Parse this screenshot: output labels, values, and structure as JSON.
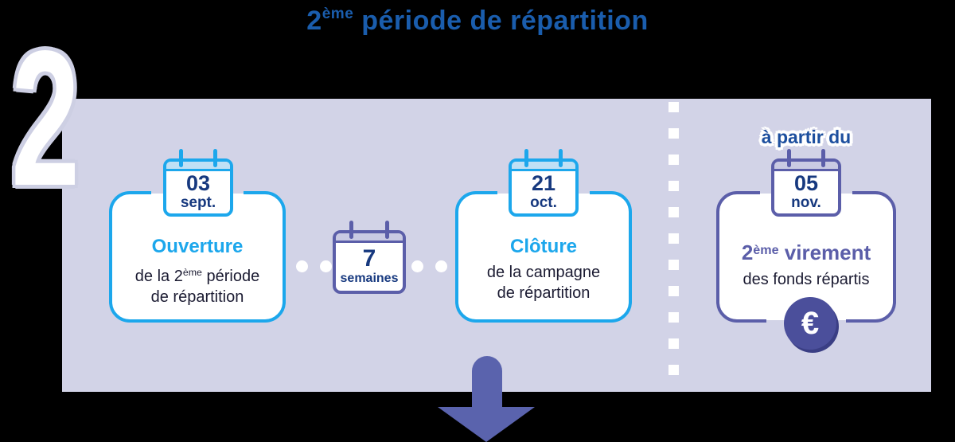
{
  "colors": {
    "background": "#000000",
    "band": "#d2d3e7",
    "title_blue": "#1a5dad",
    "light_blue": "#1ca7ec",
    "calendar_band_blue": "#bfe0f5",
    "navy_date": "#17397f",
    "purple": "#5b5ea9",
    "calendar_band_purple": "#c9cae3",
    "dark_text": "#1b1b32",
    "arrow_purple": "#5a63ad",
    "coin_fill": "#4b4f9b",
    "coin_rim": "#3a3e84",
    "intro_blue": "#1d4f9e",
    "white": "#ffffff"
  },
  "header": {
    "title_num": "2",
    "title_sup": "ème",
    "title_rest": " période de répartition"
  },
  "step_number": "2",
  "timeline": {
    "open_card": {
      "calendar": {
        "day": "03",
        "month": "sept."
      },
      "heading": "Ouverture",
      "line1_pre": "de la 2",
      "line1_sup": "ème",
      "line1_post": " période",
      "line2": "de répartition"
    },
    "duration_calendar": {
      "value": "7",
      "unit": "semaines"
    },
    "close_card": {
      "calendar": {
        "day": "21",
        "month": "oct."
      },
      "heading": "Clôture",
      "line1": "de la campagne",
      "line2": "de répartition"
    }
  },
  "payment": {
    "intro": "à partir du",
    "calendar": {
      "day": "05",
      "month": "nov."
    },
    "heading_num": "2",
    "heading_sup": "ème",
    "heading_rest": " virement",
    "subline": "des fonds répartis",
    "euro_symbol": "€"
  }
}
